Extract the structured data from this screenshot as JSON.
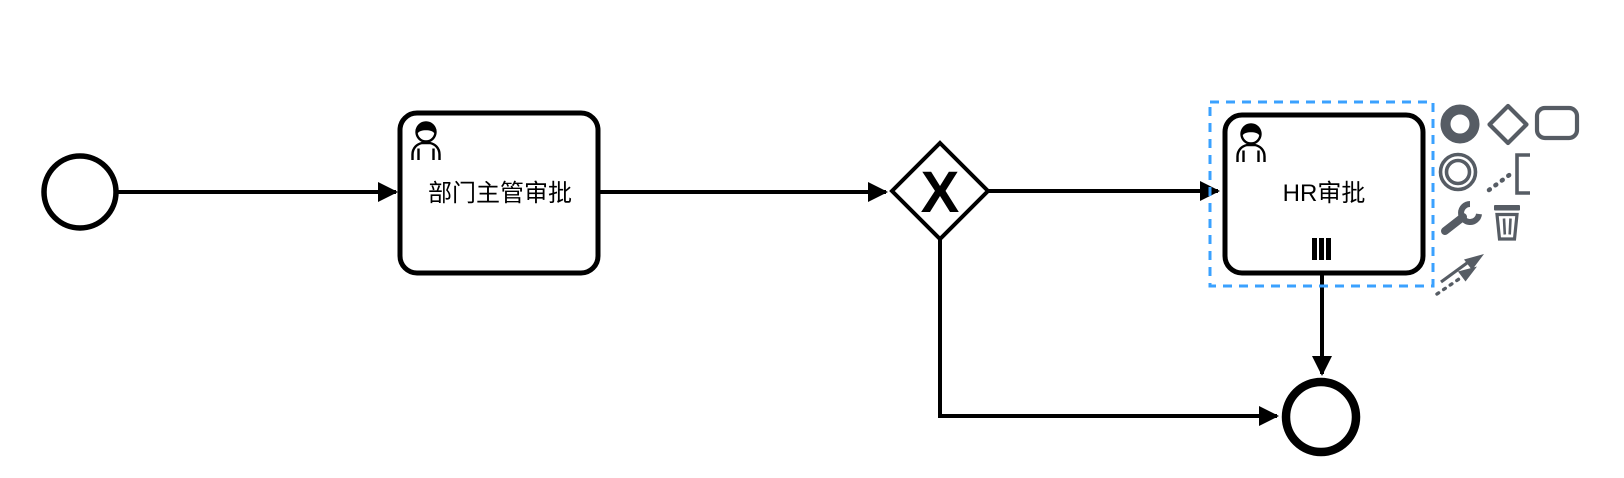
{
  "colors": {
    "canvas_bg": "#ffffff",
    "shape_stroke": "#000000",
    "selection_stroke": "#3aa1ff",
    "pad_icon_color": "#565c64"
  },
  "process": {
    "start_event": {
      "type": "start-event"
    },
    "task_department_manager": {
      "type": "user-task",
      "label": "部门主管审批"
    },
    "gateway": {
      "type": "exclusive-gateway",
      "marker": "X"
    },
    "task_hr": {
      "type": "user-task",
      "label": "HR审批",
      "multi_instance": "parallel",
      "selected": true
    },
    "end_event": {
      "type": "end-event"
    },
    "flows": [
      {
        "from": "start_event",
        "to": "task_department_manager"
      },
      {
        "from": "task_department_manager",
        "to": "gateway"
      },
      {
        "from": "gateway",
        "to": "task_hr"
      },
      {
        "from": "task_hr",
        "to": "end_event"
      },
      {
        "from": "gateway",
        "to": "end_event"
      }
    ]
  },
  "context_pad": {
    "entries": [
      {
        "name": "append-end-event",
        "icon": "end-event-icon"
      },
      {
        "name": "append-gateway",
        "icon": "gateway-icon"
      },
      {
        "name": "append-task",
        "icon": "task-icon"
      },
      {
        "name": "append-intermediate-event",
        "icon": "intermediate-event-icon"
      },
      {
        "name": "append-text-annotation",
        "icon": "text-annotation-icon"
      },
      {
        "name": "change-type",
        "icon": "wrench-icon"
      },
      {
        "name": "delete",
        "icon": "trash-icon"
      },
      {
        "name": "connect",
        "icon": "connection-arrows-icon"
      }
    ]
  }
}
